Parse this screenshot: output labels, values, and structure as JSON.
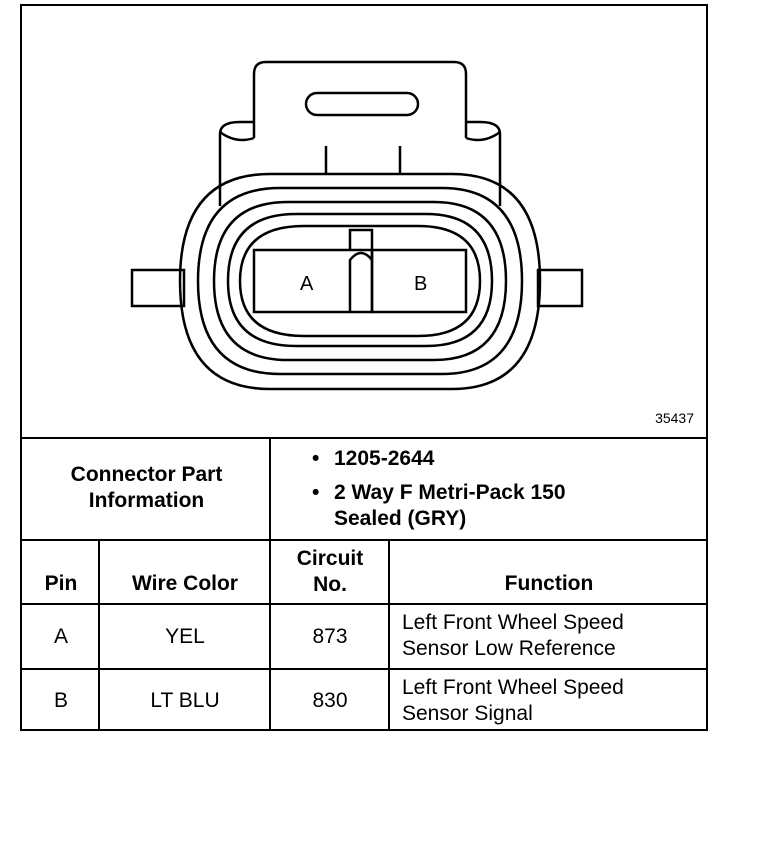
{
  "figure_number": "35437",
  "connector": {
    "pin_labels": [
      "A",
      "B"
    ]
  },
  "part_info": {
    "label": "Connector Part\nInformation",
    "items": [
      "1205-2644",
      "2 Way F Metri-Pack 150\nSealed (GRY)"
    ]
  },
  "table": {
    "headers": {
      "pin": "Pin",
      "wire_color": "Wire Color",
      "circuit": "Circuit\nNo.",
      "function": "Function"
    },
    "rows": [
      {
        "pin": "A",
        "wire_color": "YEL",
        "circuit": "873",
        "function": "Left Front Wheel Speed\nSensor Low Reference"
      },
      {
        "pin": "B",
        "wire_color": "LT BLU",
        "circuit": "830",
        "function": "Left Front Wheel Speed\nSensor Signal"
      }
    ]
  }
}
